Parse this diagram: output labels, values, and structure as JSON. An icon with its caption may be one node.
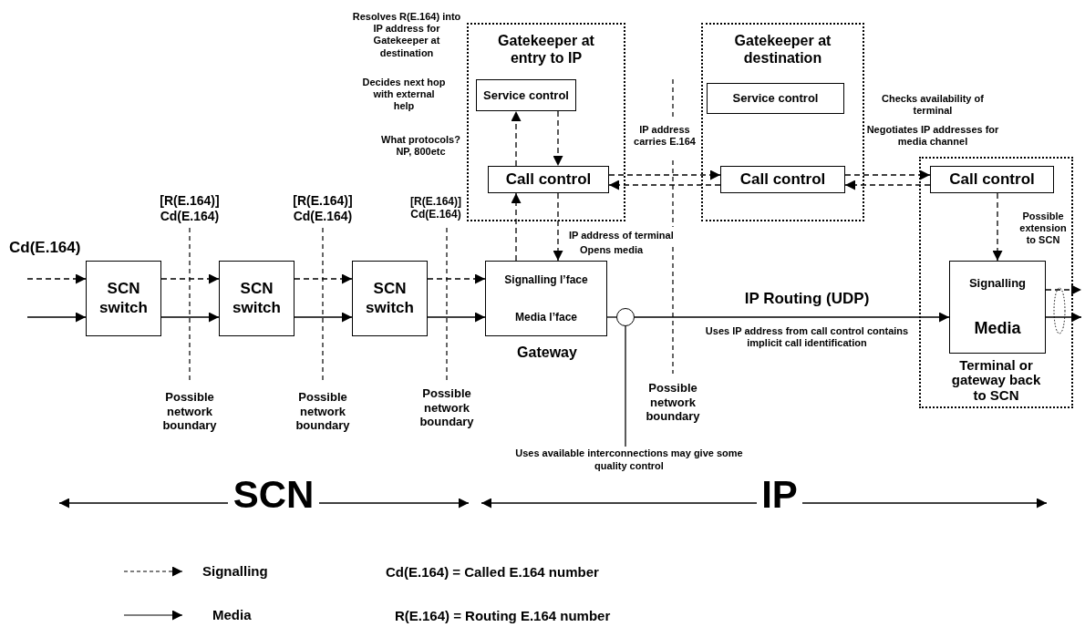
{
  "diagram": {
    "nodes": [
      {
        "text": [
          "Gatekeeper at entry to IP"
        ]
      },
      {
        "text": [
          "Service control"
        ],
        "in": 0
      },
      {
        "text": [
          "Call control"
        ],
        "in": 0
      },
      {
        "text": [
          "Gatekeeper at destination"
        ]
      },
      {
        "text": [
          "Service control"
        ],
        "in": 3
      },
      {
        "text": [
          "Call control"
        ],
        "in": 3
      },
      {
        "text": [
          "Terminal or gateway back to SCN"
        ]
      },
      {
        "text": [
          "Call control"
        ],
        "in": 6
      },
      {
        "text": [
          "Signalling",
          "Media"
        ],
        "in": 6
      },
      {
        "text": [
          "SCN switch"
        ]
      },
      {
        "text": [
          "SCN switch"
        ]
      },
      {
        "text": [
          "SCN switch"
        ]
      },
      {
        "text": [
          "Signalling l’face",
          "Media l’face"
        ],
        "beside": [
          "Gateway"
        ]
      },
      {
        "text": [],
        "shape": "circle"
      },
      {
        "text": [
          "Uses available interconnections may give some quality control"
        ]
      }
    ],
    "edges": [
      {
        "from": null,
        "to": 9,
        "arrow": "to",
        "style": "dashed"
      },
      {
        "from": null,
        "to": 9,
        "arrow": "to"
      },
      {
        "from": 9,
        "to": 10,
        "arrow": "to",
        "style": "dashed"
      },
      {
        "from": 9,
        "to": 10,
        "arrow": "to"
      },
      {
        "from": 10,
        "to": 11,
        "arrow": "to",
        "style": "dashed"
      },
      {
        "from": 10,
        "to": 11,
        "arrow": "to"
      },
      {
        "from": 11,
        "to": 12,
        "arrow": "to",
        "style": "dashed"
      },
      {
        "from": 11,
        "to": 12,
        "arrow": "to"
      },
      {
        "from": 12,
        "to": 2,
        "arrow": "to",
        "style": "dashed"
      },
      {
        "from": 2,
        "to": 1,
        "arrow": "to",
        "style": "dashed"
      },
      {
        "from": 1,
        "to": 2,
        "arrow": "to",
        "style": "dashed"
      },
      {
        "from": 2,
        "to": 12,
        "arrow": "to",
        "style": "dashed"
      },
      {
        "from": 2,
        "to": 5,
        "arrow": "to",
        "style": "dashed"
      },
      {
        "from": 5,
        "to": 2,
        "arrow": "to",
        "style": "dashed"
      },
      {
        "from": 5,
        "to": 7,
        "arrow": "to",
        "style": "dashed"
      },
      {
        "from": 7,
        "to": 5,
        "arrow": "to",
        "style": "dashed"
      },
      {
        "from": 7,
        "to": 8,
        "arrow": "to",
        "style": "dashed"
      },
      {
        "from": 12,
        "to": 13,
        "arrow": "none"
      },
      {
        "from": 13,
        "to": 8,
        "arrow": "to",
        "label": "IP Routing (UDP)"
      },
      {
        "from": 8,
        "to": null,
        "arrow": "to",
        "style": "dashed"
      },
      {
        "from": 8,
        "to": null,
        "arrow": "to"
      },
      {
        "from": 14,
        "to": 13,
        "arrow": "none"
      }
    ],
    "labels": [
      "Resolves R(E.164) into IP address for Gatekeeper at destination",
      "Decides next hop with external help",
      "What protocols? NP, 800etc",
      "[R(E.164)] Cd(E.164)",
      "[R(E.164)] Cd(E.164)",
      "[R(E.164)] Cd(E.164)",
      "Cd(E.164)",
      "IP address carries E.164",
      "IP address of terminal",
      "Opens media",
      "Checks availability of terminal",
      "Negotiates IP addresses for media channel",
      "Possible extension to SCN",
      "Uses IP address from call control contains implicit call identification",
      "Possible network boundary",
      "Possible network boundary",
      "Possible network boundary",
      "Possible network boundary",
      "SCN",
      "IP",
      "Cd(E.164) = Called E.164 number",
      "R(E.164) = Routing E.164 number"
    ],
    "legend": [
      {
        "text": "Signalling"
      },
      {
        "text": "Media"
      }
    ]
  }
}
